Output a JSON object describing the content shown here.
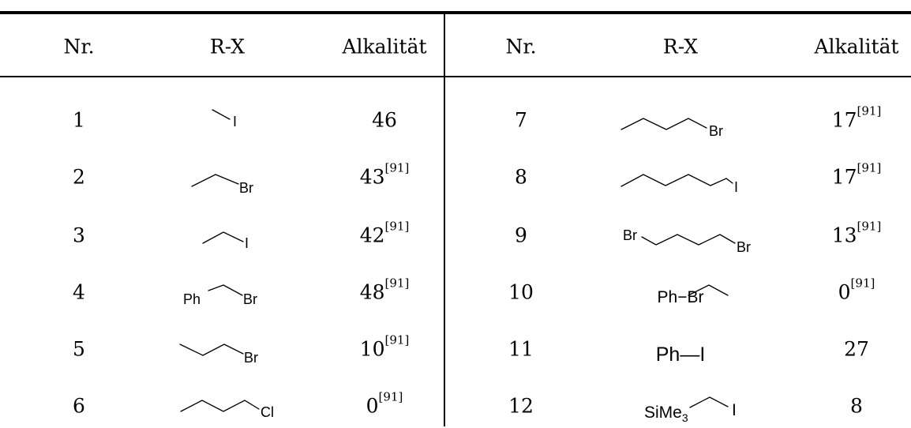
{
  "headers": [
    "Nr.",
    "R-X",
    "Alkalität",
    "Nr.",
    "R-X",
    "Alkalität"
  ],
  "left_rows": [
    {
      "nr": "1",
      "value": "46",
      "ref": ""
    },
    {
      "nr": "2",
      "value": "43",
      "ref": "[91]"
    },
    {
      "nr": "3",
      "value": "42",
      "ref": "[91]"
    },
    {
      "nr": "4",
      "value": "48",
      "ref": "[91]"
    },
    {
      "nr": "5",
      "value": "10",
      "ref": "[91]"
    },
    {
      "nr": "6",
      "value": "0",
      "ref": "[91]"
    }
  ],
  "right_rows": [
    {
      "nr": "7",
      "value": "17",
      "ref": "[91]"
    },
    {
      "nr": "8",
      "value": "17",
      "ref": "[91]"
    },
    {
      "nr": "9",
      "value": "13",
      "ref": "[91]"
    },
    {
      "nr": "10",
      "value": "0",
      "ref": "[91]"
    },
    {
      "nr": "11",
      "value": "27",
      "ref": ""
    },
    {
      "nr": "12",
      "value": "8",
      "ref": ""
    }
  ],
  "structure_labels": {
    "s1": "I",
    "s2": "Br",
    "s3": "I",
    "s4_left": "Ph",
    "s4_right": "Br",
    "s5": "Br",
    "s6": "Cl",
    "s7": "Br",
    "s8": "I",
    "s9_left": "Br",
    "s9_right": "Br",
    "s10": "Ph−Br",
    "s11": "Ph—I",
    "s12_main": "SiMe",
    "s12_sub": "3",
    "s12_right": "I"
  }
}
